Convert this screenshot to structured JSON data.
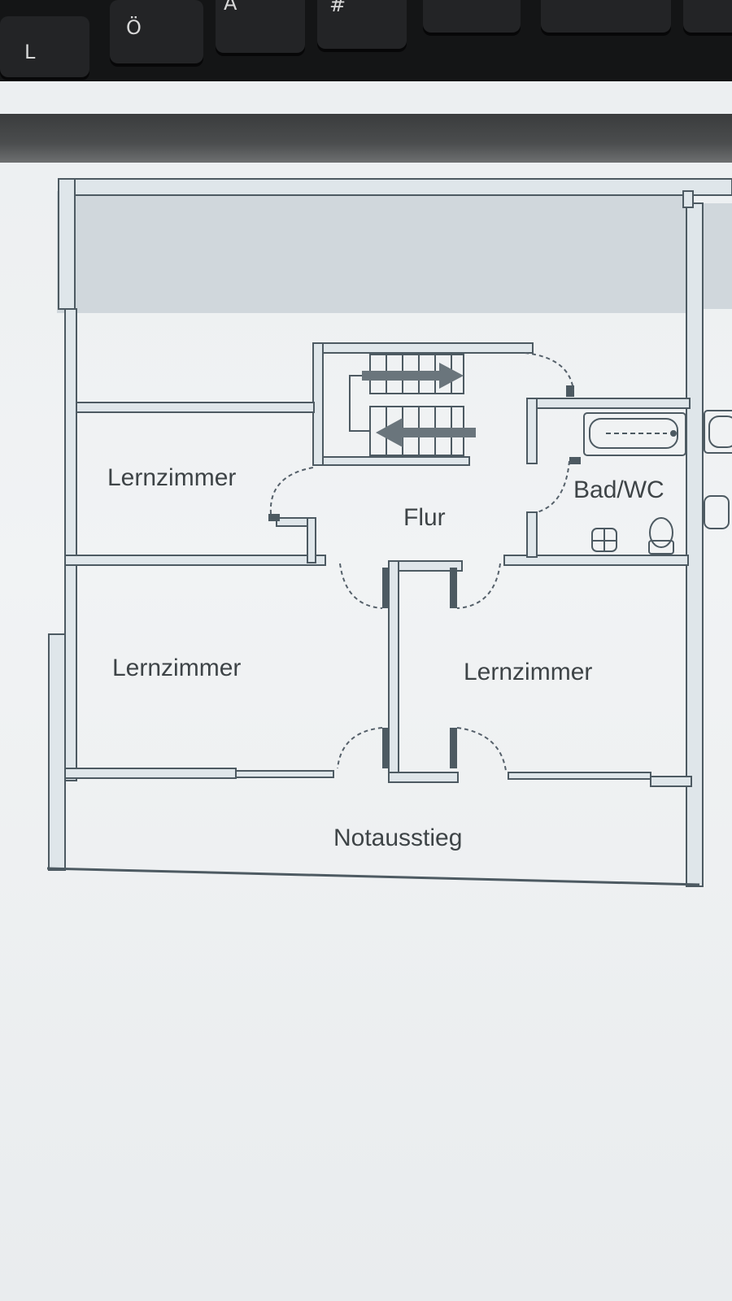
{
  "keyboard": {
    "keys": [
      "L",
      "Ö",
      "Ä",
      "#"
    ]
  },
  "floorplan": {
    "rooms": {
      "study_room_top_left": "Lernzimmer",
      "study_room_bottom_left": "Lernzimmer",
      "study_room_bottom_right": "Lernzimmer",
      "hallway": "Flur",
      "bathroom": "Bad/WC",
      "emergency_exit": "Notausstieg"
    },
    "colors": {
      "wall_stroke": "#4d5a62",
      "wall_fill": "#dfe6ea",
      "balcony_fill": "#c8d1d6",
      "door_arc": "#55606a"
    }
  }
}
